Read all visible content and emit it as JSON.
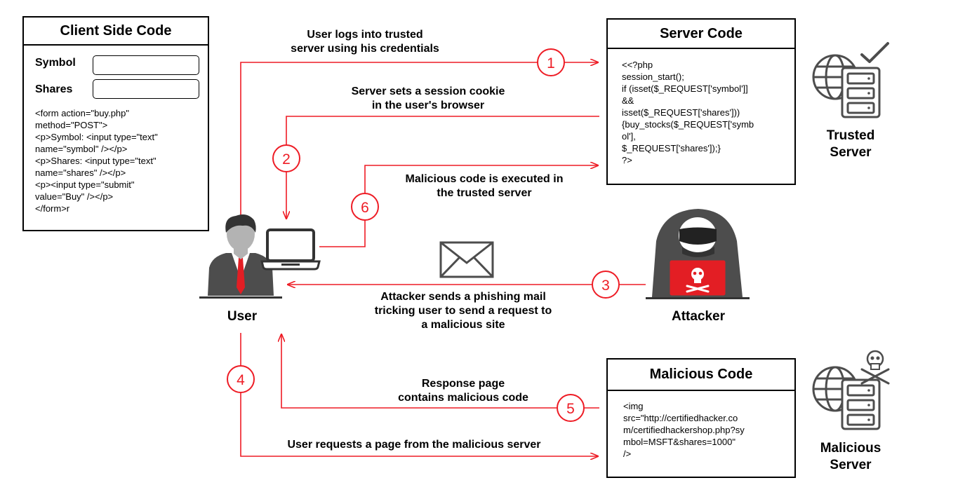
{
  "client_box": {
    "title": "Client Side Code",
    "symbol_label": "Symbol",
    "shares_label": "Shares",
    "code": "<form action=\"buy.php\"\nmethod=\"POST\">\n<p>Symbol: <input type=\"text\"\nname=\"symbol\" /></p>\n<p>Shares: <input type=\"text\"\nname=\"shares\" /></p>\n<p><input type=\"submit\"\nvalue=\"Buy\" /></p>\n</form>r"
  },
  "server_box": {
    "title": "Server Code",
    "code": "<<?php\nsession_start();\nif (isset($_REQUEST['symbol']]\n&&\nisset($_REQUEST['shares']))\n{buy_stocks($_REQUEST['symb\nol'],\n$_REQUEST['shares']);}\n?>"
  },
  "malicious_box": {
    "title": "Malicious Code",
    "code": "<img\nsrc=\"http://certifiedhacker.co\nm/certifiedhackershop.php?sy\nmbol=MSFT&shares=1000\"\n/>"
  },
  "actors": {
    "user": "User",
    "attacker": "Attacker",
    "trusted_server": "Trusted\nServer",
    "malicious_server": "Malicious\nServer"
  },
  "steps": {
    "s1": {
      "num": "1",
      "text": "User logs into trusted\nserver using his credentials"
    },
    "s2": {
      "num": "2",
      "text": "Server sets a session cookie\nin the user's browser"
    },
    "s3": {
      "num": "3",
      "text": "Attacker sends a phishing mail\ntricking user to send a request to\na malicious site"
    },
    "s4": {
      "num": "4",
      "text": "User requests a page from the malicious server"
    },
    "s5": {
      "num": "5",
      "text": "Response page\ncontains malicious code"
    },
    "s6": {
      "num": "6",
      "text": "Malicious code is executed in\nthe trusted server"
    }
  },
  "colors": {
    "arrow": "#ee1c25",
    "icon_gray": "#4d4d4d",
    "tie": "#e31e24"
  },
  "icons": {
    "user": "user-icon",
    "laptop": "laptop-icon",
    "attacker": "hacker-icon",
    "mail": "envelope-icon",
    "trusted_server": "globe-server-check-icon",
    "malicious_server": "globe-server-skull-icon"
  }
}
